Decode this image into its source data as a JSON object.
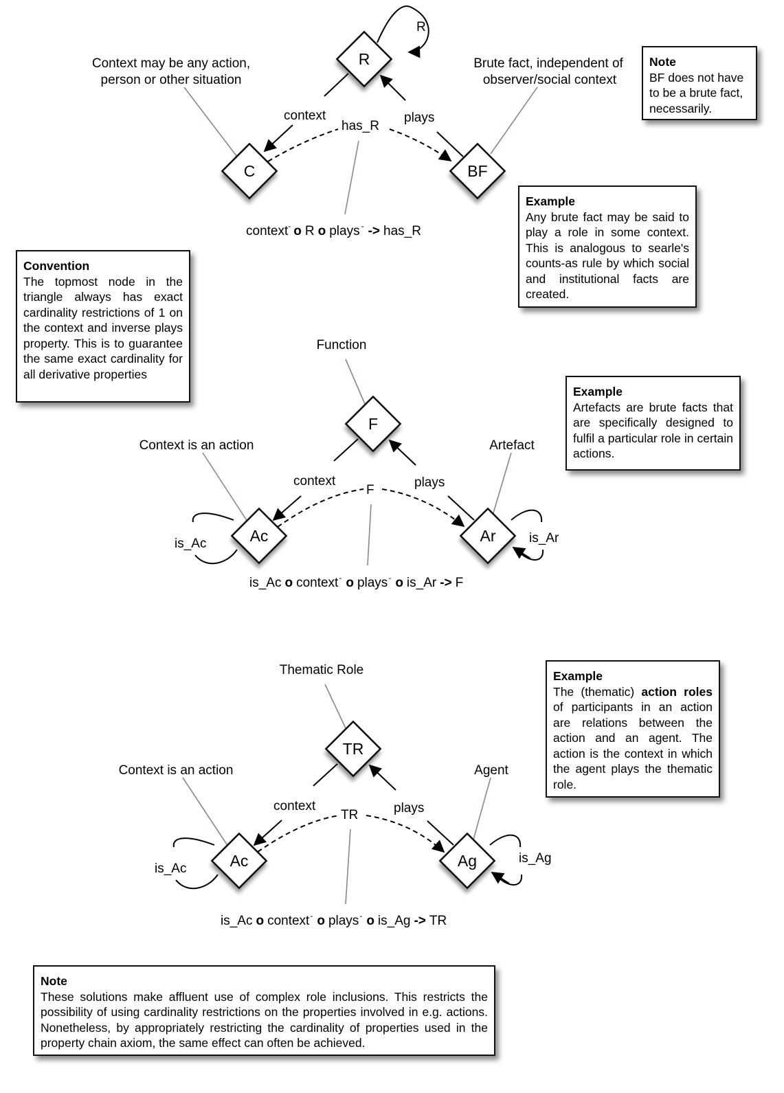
{
  "triangles": [
    {
      "top": "R",
      "left": "C",
      "right": "BF",
      "edge_left": "context",
      "edge_right": "plays",
      "derived": "has_R",
      "self_loop_top": "R",
      "ann_left": [
        "Context may be any action,",
        "person or other situation"
      ],
      "ann_right": [
        "Brute fact, independent of",
        "observer/social context"
      ],
      "formula": {
        "p1": "context",
        "sup1": "-",
        "o1": "o",
        "p2": "R",
        "o2": "o",
        "p3": "plays",
        "sup2": "-",
        "arrow": "->",
        "p4": "has_R"
      }
    },
    {
      "top": "F",
      "left": "Ac",
      "right": "Ar",
      "edge_left": "context",
      "edge_right": "plays",
      "derived": "F",
      "ann_top": "Function",
      "ann_left": "Context is an action",
      "ann_right": "Artefact",
      "loop_left": "is_Ac",
      "loop_right": "is_Ar",
      "formula": {
        "p1": "is_Ac",
        "o1": "o",
        "p2": "context",
        "sup1": "-",
        "o2": "o",
        "p3": "plays",
        "sup2": "-",
        "o3": "o",
        "p4": "is_Ar",
        "arrow": "->",
        "p5": "F"
      }
    },
    {
      "top": "TR",
      "left": "Ac",
      "right": "Ag",
      "edge_left": "context",
      "edge_right": "plays",
      "derived": "TR",
      "ann_top": "Thematic Role",
      "ann_left": "Context is an action",
      "ann_right": "Agent",
      "loop_left": "is_Ac",
      "loop_right": "is_Ag",
      "formula": {
        "p1": "is_Ac",
        "o1": "o",
        "p2": "context",
        "sup1": "-",
        "o2": "o",
        "p3": "plays",
        "sup2": "-",
        "o3": "o",
        "p4": "is_Ag",
        "arrow": "->",
        "p5": "TR"
      }
    }
  ],
  "boxes": {
    "note1": {
      "title": "Note",
      "body": "BF does not have to be a brute fact, necessarily."
    },
    "example1": {
      "title": "Example",
      "body": "Any brute fact may be said to play a role in some context. This is analogous to searle's counts-as rule by which social and institutional facts are created."
    },
    "convention": {
      "title": "Convention",
      "body": "The topmost node in the triangle always has exact cardinality restrictions of 1 on the context and inverse plays property. This is to guarantee the same exact cardinality for all derivative properties"
    },
    "example2": {
      "title": "Example",
      "body": "Artefacts are brute facts that are specifically designed to fulfil a particular role in certain actions."
    },
    "example3": {
      "title": "Example",
      "body_pre": "The (thematic) ",
      "body_bold": "action roles",
      "body_post": " of participants in an action are relations between the action and an agent. The action is the context in which the agent plays the thematic role."
    },
    "note2": {
      "title": "Note",
      "body": "These solutions make affluent use of complex role inclusions. This restricts the possibility of using cardinality restrictions on the properties involved in e.g. actions. Nonetheless, by appropriately restricting the cardinality of properties used in the property chain axiom, the same effect can often be achieved."
    }
  }
}
